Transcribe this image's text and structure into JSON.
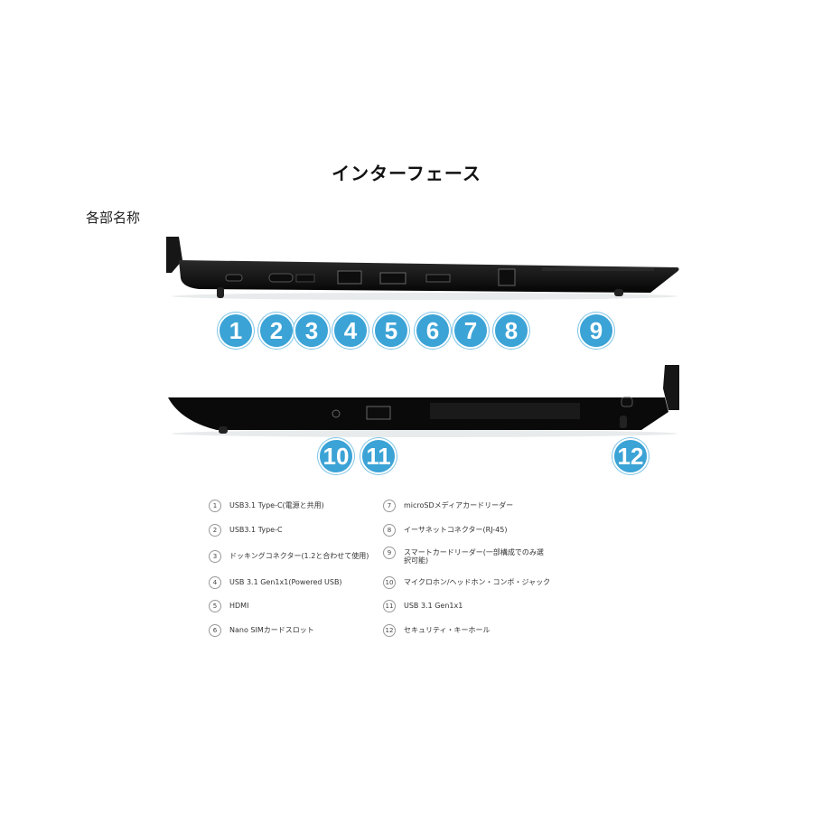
{
  "title": "インターフェース",
  "subtitle": "各部名称",
  "callouts_left_side": [
    "1",
    "2",
    "3",
    "4",
    "5",
    "6",
    "7",
    "8",
    "9"
  ],
  "callouts_right_side": [
    "10",
    "11",
    "12"
  ],
  "legend_left": [
    {
      "num": "1",
      "text": "USB3.1 Type-C(電源と共用)"
    },
    {
      "num": "2",
      "text": "USB3.1 Type-C"
    },
    {
      "num": "3",
      "text": "ドッキングコネクター(1.2と合わせて使用)"
    },
    {
      "num": "4",
      "text": "USB 3.1 Gen1x1(Powered USB)"
    },
    {
      "num": "5",
      "text": "HDMI"
    },
    {
      "num": "6",
      "text": "Nano SIMカードスロット"
    }
  ],
  "legend_right": [
    {
      "num": "7",
      "text": "microSDメディアカードリーダー"
    },
    {
      "num": "8",
      "text": "イーサネットコネクター(RJ-45)"
    },
    {
      "num": "9",
      "text": "スマートカードリーダー(一部構成でのみ選択可能)"
    },
    {
      "num": "10",
      "text": "マイクロホン/ヘッドホン・コンボ・ジャック"
    },
    {
      "num": "11",
      "text": "USB 3.1 Gen1x1"
    },
    {
      "num": "12",
      "text": "セキュリティ・キーホール"
    }
  ],
  "colors": {
    "callout": "#3ba3d6",
    "laptop": "#111111"
  }
}
